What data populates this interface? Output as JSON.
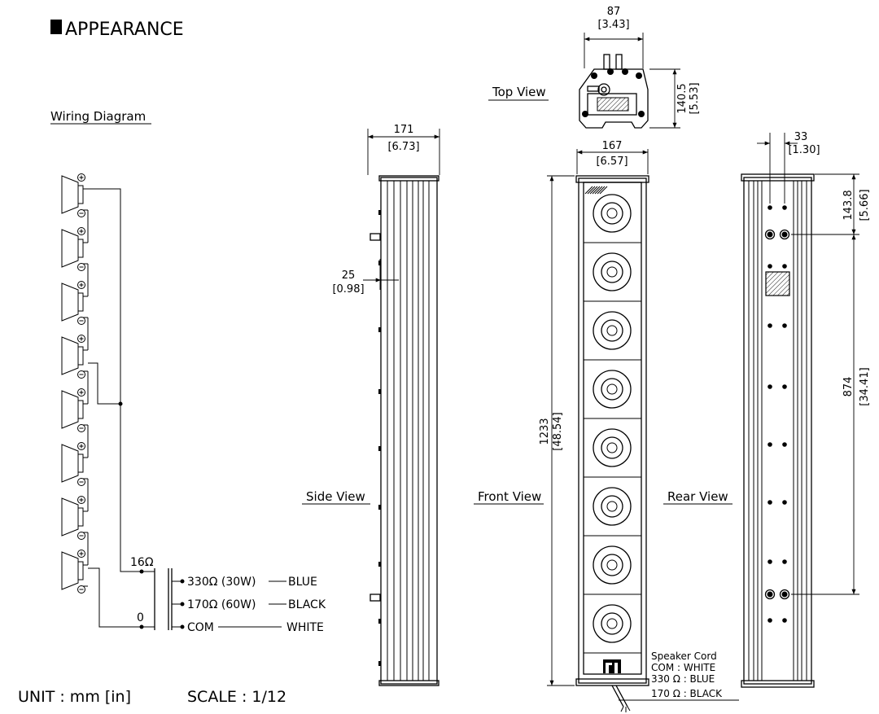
{
  "heading": {
    "marker": "■",
    "title": "APPEARANCE"
  },
  "wiring_diagram": {
    "title": "Wiring Diagram",
    "tap_16": "16Ω",
    "tap_0": "0",
    "outputs": [
      {
        "impedance": "330Ω (30W)",
        "color": "BLUE"
      },
      {
        "impedance": "170Ω (60W)",
        "color": "BLACK"
      },
      {
        "impedance": "COM",
        "color": "WHITE"
      }
    ],
    "speaker_count": 8
  },
  "views": {
    "top": {
      "label": "Top View",
      "width": "87",
      "width_in": "[3.43]",
      "depth": "140.5",
      "depth_in": "[5.53]"
    },
    "side": {
      "label": "Side View",
      "depth": "171",
      "depth_in": "[6.73]",
      "bracket": "25",
      "bracket_in": "[0.98]"
    },
    "front": {
      "label": "Front View",
      "width": "167",
      "width_in": "[6.57]",
      "height": "1233",
      "height_in": "[48.54]",
      "driver_count": 8
    },
    "rear": {
      "label": "Rear View",
      "hole_offset": "33",
      "hole_offset_in": "[1.30]",
      "top_offset": "143.8",
      "top_offset_in": "[5.66]",
      "mount_pitch": "874",
      "mount_pitch_in": "[34.41]"
    }
  },
  "speaker_cord": {
    "title": "Speaker Cord",
    "lines": [
      "COM : WHITE",
      "330 Ω : BLUE",
      "170 Ω : BLACK"
    ]
  },
  "footer": {
    "unit": "UNIT : mm [in]",
    "scale": "SCALE : 1/12"
  }
}
